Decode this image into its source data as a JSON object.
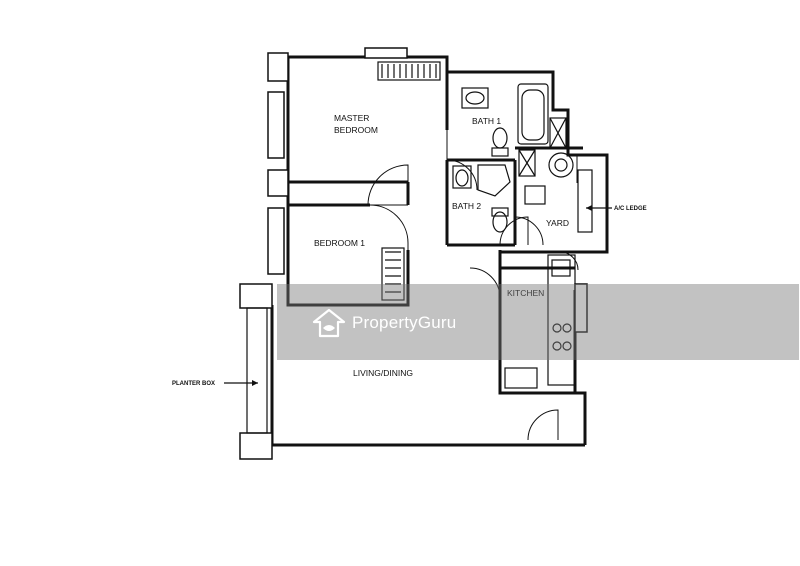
{
  "rooms": {
    "master_bedroom_line1": "MASTER",
    "master_bedroom_line2": "BEDROOM",
    "bath1": "BATH 1",
    "bath2": "BATH 2",
    "yard": "YARD",
    "bedroom1": "BEDROOM 1",
    "kitchen": "KITCHEN",
    "living_dining": "LIVING/DINING"
  },
  "callouts": {
    "ac_ledge": "A/C LEDGE",
    "planter_box": "PLANTER BOX"
  },
  "watermark": {
    "brand": "PropertyGuru",
    "icon": "propertyguru-logo-icon"
  },
  "colors": {
    "wall": "#111111",
    "background": "#ffffff",
    "watermark_band": "#787878"
  }
}
